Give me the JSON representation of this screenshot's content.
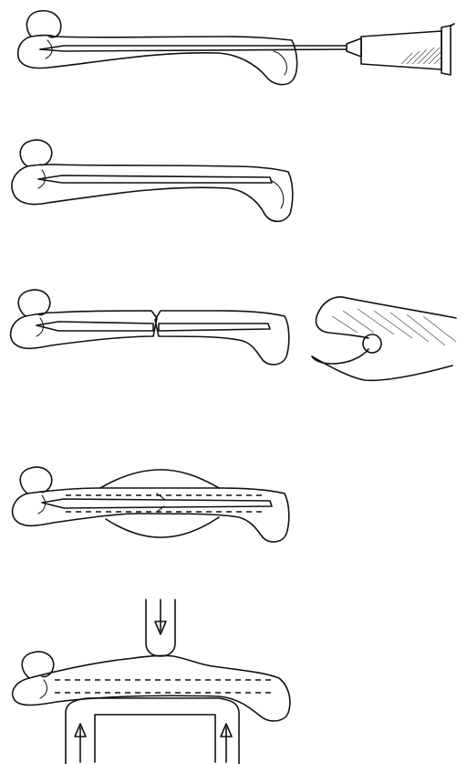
{
  "figure": {
    "panel_count": 5,
    "ink_color": "#111111",
    "background_color": "#ffffff",
    "panels": [
      {
        "id": "needle-insertion",
        "icons": [
          "femur-icon",
          "syringe-needle-icon"
        ]
      },
      {
        "id": "pin-in-canal",
        "icons": [
          "femur-icon",
          "intramedullary-pin-icon"
        ]
      },
      {
        "id": "fracture-with-forceps",
        "icons": [
          "femur-icon",
          "intramedullary-pin-icon",
          "bone-cutter-icon"
        ]
      },
      {
        "id": "fracture-callus",
        "icons": [
          "femur-icon",
          "callus-icon"
        ]
      },
      {
        "id": "three-point-bending",
        "icons": [
          "femur-icon",
          "loading-anvil-icon",
          "support-fixture-icon",
          "arrow-down-icon",
          "arrow-up-icon"
        ]
      }
    ]
  }
}
